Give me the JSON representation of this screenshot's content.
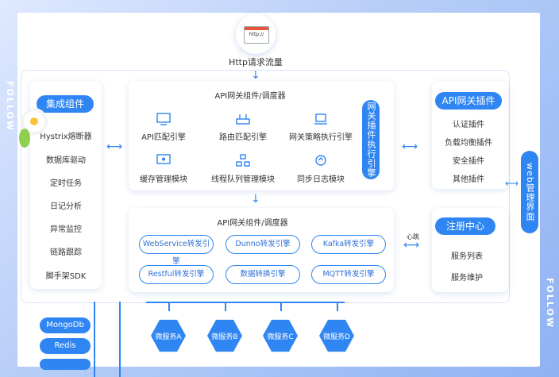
{
  "top": {
    "browser_label": "http://",
    "flow_label": "Http请求流量"
  },
  "side_tags": {
    "left": "FOLLOW",
    "right": "FOLLOW"
  },
  "left_panel": {
    "title": "集成组件",
    "items": [
      "Hystrix熔断器",
      "数据库驱动",
      "定时任务",
      "日记分析",
      "异常监控",
      "链路跟踪",
      "脚手架SDK"
    ]
  },
  "gateway_top": {
    "title": "API网关组件/调度器",
    "row1": [
      "API匹配引擎",
      "路由匹配引擎",
      "网关策略执行引擎"
    ],
    "row2": [
      "缓存管理模块",
      "线程队列管理模块",
      "同步日志模块"
    ],
    "exec_engine": "网关插件执行引擎"
  },
  "gateway_bottom": {
    "title": "API网关组件/调度器",
    "row1": [
      "WebService转发引擎",
      "Dunno转发引擎",
      "Kafka转发引擎"
    ],
    "row2": [
      "Restful转发引擎",
      "数据转换引擎",
      "MQTT转发引擎"
    ]
  },
  "plugin_panel": {
    "title": "API网关插件",
    "items": [
      "认证插件",
      "负载均衡插件",
      "安全插件",
      "其他插件"
    ]
  },
  "web_mgmt": "web管理界面",
  "registry": {
    "title": "注册中心",
    "heartbeat": "心跳",
    "items": [
      "服务列表",
      "服务维护"
    ]
  },
  "microservices": [
    "微服务A",
    "微服务B",
    "微服务C",
    "微服务D"
  ],
  "datastores": [
    "MongoDb",
    "Redis"
  ],
  "colors": {
    "accent": "#2f86f2",
    "background": "#9bbaf4"
  }
}
